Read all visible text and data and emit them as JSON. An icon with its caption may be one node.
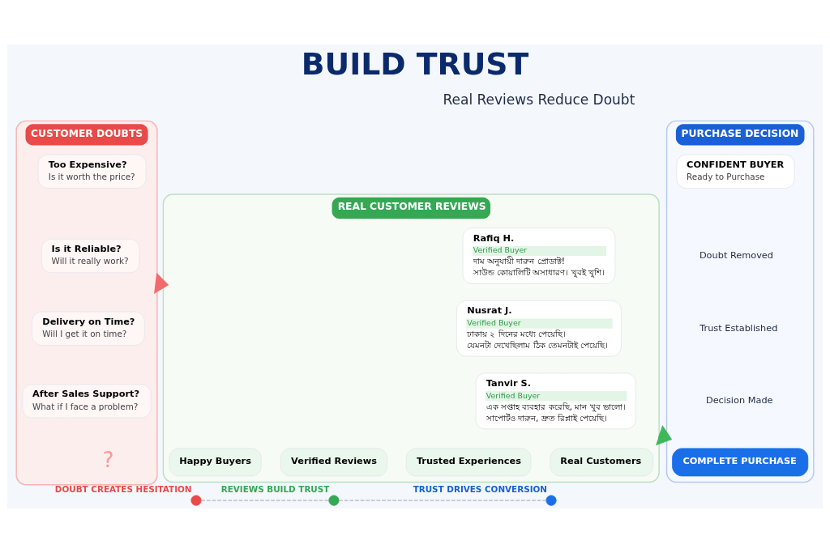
{
  "diagram": {
    "title": "BUILD TRUST",
    "nodes": [
      {
        "text": [
          "CUSTOMER DOUBTS"
        ]
      },
      {
        "text": [
          "Too Expensive?",
          "Is it worth the price?"
        ],
        "in": 0
      },
      {
        "text": [
          "Is it Reliable?",
          "Will it really work?"
        ],
        "in": 0
      },
      {
        "text": [
          "Delivery on Time?",
          "Will I get it on time?"
        ],
        "in": 0
      },
      {
        "text": [
          "After Sales Support?",
          "What if I face a problem?"
        ],
        "in": 0
      },
      {
        "text": [
          "REAL CUSTOMER REVIEWS"
        ]
      },
      {
        "text": [
          "Rafiq H.",
          "Verified Buyer",
          "দাম অনুযায়ী দারুন প্রোডাক্ট! সাউন্ড কোয়ালিটি অসাধারণ। খুবই খুশি।"
        ],
        "in": 5
      },
      {
        "text": [
          "Nusrat J.",
          "Verified Buyer",
          "ঢাকায় ২ দিনের মধ্যে পেয়েছি। যেমনটা দেখেছিলাম ঠিক তেমনটাই পেয়েছি।"
        ],
        "in": 5
      },
      {
        "text": [
          "Tanvir S.",
          "Verified Buyer",
          "এক সপ্তাহ ব্যবহার করেছি, মান খুব ভালো। সাপোর্টও দারুন, দ্রুত রিপ্লাই পেয়েছি।"
        ],
        "in": 5
      },
      {
        "text": [
          "Trusted Experiences"
        ],
        "in": 5
      },
      {
        "text": [
          "Real Customers"
        ],
        "in": 5
      },
      {
        "text": [
          "Verified Reviews"
        ],
        "in": 5
      },
      {
        "text": [
          "Happy Buyers"
        ],
        "in": 5
      },
      {
        "text": [
          "PURCHASE DECISION"
        ]
      },
      {
        "text": [
          "CONFIDENT BUYER",
          "Ready to Purchase"
        ],
        "in": 13
      },
      {
        "text": [
          "COMPLETE PURCHASE"
        ],
        "in": 13
      },
      {
        "text": [],
        "shape": "circle",
        "beside": [
          "DOUBT CREATES HESITATION"
        ]
      },
      {
        "text": [],
        "shape": "circle",
        "beside": [
          "REVIEWS BUILD TRUST"
        ]
      },
      {
        "text": [],
        "shape": "circle",
        "beside": [
          "TRUST DRIVES CONVERSION"
        ]
      }
    ],
    "edges": [
      {
        "from": 0,
        "to": 5,
        "arrow": "to",
        "style": "thick",
        "color": "#f26b6b"
      },
      {
        "from": 5,
        "to": 13,
        "arrow": "to",
        "style": "thick",
        "color": "#3fb85a"
      },
      {
        "from": 16,
        "to": 17,
        "arrow": "none",
        "style": "dashed",
        "color": "#b0b8c4"
      },
      {
        "from": 17,
        "to": 18,
        "arrow": "none",
        "style": "dashed",
        "color": "#b0b8c4"
      }
    ],
    "labels": [
      "Real Reviews Reduce Doubt",
      "?",
      "Doubt Removed",
      "Trust Established",
      "Decision Made"
    ]
  }
}
